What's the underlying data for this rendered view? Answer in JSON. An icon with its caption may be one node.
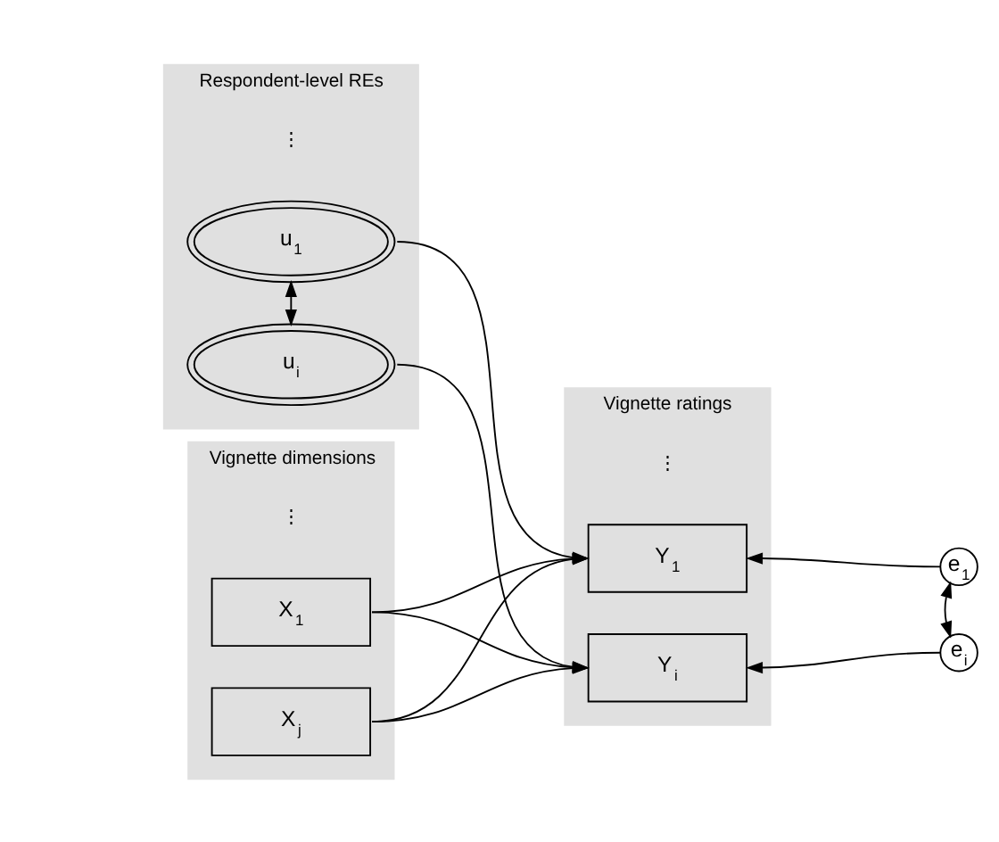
{
  "diagram": {
    "nodes": [
      {
        "text": [
          "Respondent-level REs"
        ]
      },
      {
        "text": [
          "u$_{1}$"
        ],
        "in": 0
      },
      {
        "text": [
          "u$_{i}$"
        ],
        "in": 0
      },
      {
        "text": [
          "Vignette dimensions"
        ]
      },
      {
        "text": [
          "X$_{1}$"
        ],
        "in": 3
      },
      {
        "text": [
          "X$_{j}$"
        ],
        "in": 3
      },
      {
        "text": [
          "Vignette ratings"
        ]
      },
      {
        "text": [
          "Y$_{1}$"
        ],
        "in": 6
      },
      {
        "text": [
          "Y$_{i}$"
        ],
        "in": 6
      },
      {
        "text": [
          "e$_{1}$"
        ]
      },
      {
        "text": [
          "e$_{i}$"
        ]
      }
    ],
    "edges": [
      {
        "from": 1,
        "to": 2,
        "arrow": "both"
      },
      {
        "from": 1,
        "to": 7,
        "arrow": "to"
      },
      {
        "from": 2,
        "to": 8,
        "arrow": "to"
      },
      {
        "from": 4,
        "to": 7,
        "arrow": "to"
      },
      {
        "from": 4,
        "to": 8,
        "arrow": "to"
      },
      {
        "from": 5,
        "to": 7,
        "arrow": "to"
      },
      {
        "from": 5,
        "to": 8,
        "arrow": "to"
      },
      {
        "from": 9,
        "to": 7,
        "arrow": "to"
      },
      {
        "from": 10,
        "to": 8,
        "arrow": "to"
      },
      {
        "from": 9,
        "to": 10,
        "arrow": "both"
      }
    ],
    "labels": [
      "⋮",
      "⋮",
      "⋮"
    ]
  }
}
